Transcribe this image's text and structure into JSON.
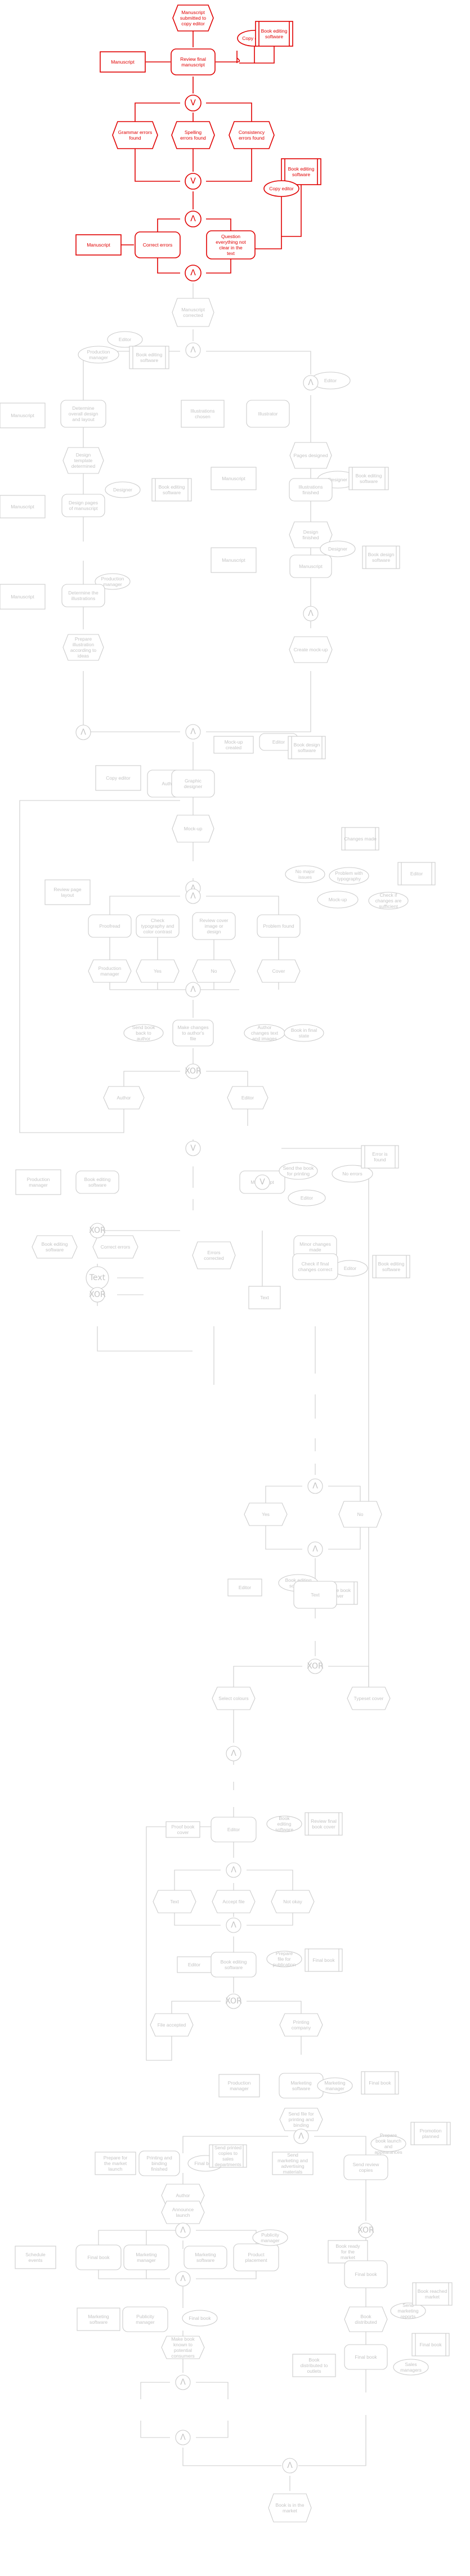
{
  "palette": {
    "active": "#e00000",
    "inactive": "#cccccc",
    "inactive_text": "#c4c4c4"
  },
  "active_nodes": [
    {
      "id": "a1",
      "shape": "event",
      "label": "Manuscript submitted to copy editor"
    },
    {
      "id": "a2",
      "shape": "function",
      "label": "Review final manuscript"
    },
    {
      "id": "a3",
      "shape": "info",
      "label": "Manuscript"
    },
    {
      "id": "a4",
      "shape": "role",
      "label": "Copy editor"
    },
    {
      "id": "a5",
      "shape": "system",
      "label": "Book editing software"
    },
    {
      "id": "a6",
      "shape": "xor",
      "label": "V"
    },
    {
      "id": "a7",
      "shape": "event",
      "label": "Grammar errors found"
    },
    {
      "id": "a8",
      "shape": "event",
      "label": "Spelling errors found"
    },
    {
      "id": "a9",
      "shape": "event",
      "label": "Consistency errors found"
    },
    {
      "id": "a10",
      "shape": "xor",
      "label": "V"
    },
    {
      "id": "a11",
      "shape": "system",
      "label": "Book editing software"
    },
    {
      "id": "a12",
      "shape": "role",
      "label": "Copy editor"
    },
    {
      "id": "a13",
      "shape": "and",
      "label": "Λ"
    },
    {
      "id": "a14",
      "shape": "info",
      "label": "Manuscript"
    },
    {
      "id": "a15",
      "shape": "function",
      "label": "Correct errors"
    },
    {
      "id": "a16",
      "shape": "function",
      "label": "Question everything not clear in the text"
    },
    {
      "id": "a17",
      "shape": "and",
      "label": "Λ"
    }
  ],
  "inactive_nodes": [
    {
      "id": "g1",
      "label": "Manuscript corrected"
    },
    {
      "id": "g2",
      "label": "Editor"
    },
    {
      "id": "g3",
      "label": "Production manager"
    },
    {
      "id": "g4",
      "label": "Book editing software"
    },
    {
      "id": "g5",
      "label": "Manuscript"
    },
    {
      "id": "g6",
      "label": "Determine overall design and layout"
    },
    {
      "id": "g7",
      "label": "Design template determined"
    },
    {
      "id": "g8",
      "label": "Manuscript"
    },
    {
      "id": "g9",
      "label": "Design pages of manuscript"
    },
    {
      "id": "g10",
      "label": "Designer"
    },
    {
      "id": "g11",
      "label": "Book editing software"
    },
    {
      "id": "g12",
      "label": "Manuscript"
    },
    {
      "id": "g13",
      "label": "Production manager"
    },
    {
      "id": "g14",
      "label": "Determine the illustrations"
    },
    {
      "id": "g15",
      "label": "Prepare illustration according to ideas"
    },
    {
      "id": "g16",
      "label": "Illustrations chosen"
    },
    {
      "id": "g17",
      "label": "Illustrator"
    },
    {
      "id": "g18",
      "label": "Editor"
    },
    {
      "id": "g19",
      "label": "Pages designed"
    },
    {
      "id": "g20",
      "label": "Designer"
    },
    {
      "id": "g21",
      "label": "Book editing software"
    },
    {
      "id": "g22",
      "label": "Manuscript"
    },
    {
      "id": "g23",
      "label": "Illustrations finished"
    },
    {
      "id": "g24",
      "label": "Manuscript"
    },
    {
      "id": "g25",
      "label": "Design finished"
    },
    {
      "id": "g26",
      "label": "Designer"
    },
    {
      "id": "g27",
      "label": "Book design software"
    },
    {
      "id": "g28",
      "label": "Manuscript"
    },
    {
      "id": "g29",
      "label": "Create mock-up"
    },
    {
      "id": "g30",
      "label": "Mock-up created"
    },
    {
      "id": "g31",
      "label": "Editor"
    },
    {
      "id": "g32",
      "label": "Copy editor"
    },
    {
      "id": "g33",
      "label": "Author"
    },
    {
      "id": "g34",
      "label": "Graphic designer"
    },
    {
      "id": "g35",
      "label": "Book design software"
    },
    {
      "id": "g36",
      "label": "Mock-up"
    },
    {
      "id": "g37",
      "label": "Review page layout"
    },
    {
      "id": "g38",
      "label": "Proofread"
    },
    {
      "id": "g39",
      "label": "Check typography and color contrast"
    },
    {
      "id": "g40",
      "label": "Review cover image or design"
    },
    {
      "id": "g41",
      "label": "Problem found"
    },
    {
      "id": "g42",
      "label": "No major issues"
    },
    {
      "id": "g43",
      "label": "Problem with typography"
    },
    {
      "id": "g44",
      "label": "Changes made"
    },
    {
      "id": "g45",
      "label": "Mock-up"
    },
    {
      "id": "g46",
      "label": "Check if changes are sufficient"
    },
    {
      "id": "g47",
      "label": "Editor"
    },
    {
      "id": "g48",
      "label": "Production manager"
    },
    {
      "id": "g49",
      "label": "Yes"
    },
    {
      "id": "g50",
      "label": "No"
    },
    {
      "id": "g51",
      "label": "Cover"
    },
    {
      "id": "g52",
      "label": "Send book back to author"
    },
    {
      "id": "g53",
      "label": "Make changes to author's file"
    },
    {
      "id": "g54",
      "label": "Author changes text and images"
    },
    {
      "id": "g55",
      "label": "Book in final state"
    },
    {
      "id": "g56",
      "label": "Author"
    },
    {
      "id": "g57",
      "label": "Editor"
    },
    {
      "id": "g58",
      "label": "Production manager"
    },
    {
      "id": "g59",
      "label": "Book editing software"
    },
    {
      "id": "g60",
      "label": "Manuscript"
    },
    {
      "id": "g61",
      "label": "Send the book for printing"
    },
    {
      "id": "g62",
      "label": "No errors"
    },
    {
      "id": "g63",
      "label": "Error is found"
    },
    {
      "id": "g64",
      "label": "Editor"
    },
    {
      "id": "g65",
      "label": "Book editing software"
    },
    {
      "id": "g66",
      "label": "Correct errors"
    },
    {
      "id": "g67",
      "label": "Text"
    },
    {
      "id": "g68",
      "label": "Errors corrected"
    },
    {
      "id": "g69",
      "label": "Minor changes made"
    },
    {
      "id": "g70",
      "label": "Editor"
    },
    {
      "id": "g71",
      "label": "Book editing software"
    },
    {
      "id": "g72",
      "label": "Check if final changes correct"
    },
    {
      "id": "g73",
      "label": "Text"
    },
    {
      "id": "g74",
      "label": "Yes"
    },
    {
      "id": "g75",
      "label": "No"
    },
    {
      "id": "g76",
      "label": "Editor"
    },
    {
      "id": "g77",
      "label": "Book editing software"
    },
    {
      "id": "g78",
      "label": "Create book cover"
    },
    {
      "id": "g79",
      "label": "Text"
    },
    {
      "id": "g80",
      "label": "Select colours"
    },
    {
      "id": "g81",
      "label": "Typeset cover"
    },
    {
      "id": "g82",
      "label": "Proof book cover"
    },
    {
      "id": "g83",
      "label": "Editor"
    },
    {
      "id": "g84",
      "label": "Book editing software"
    },
    {
      "id": "g85",
      "label": "Review final book cover"
    },
    {
      "id": "g86",
      "label": "Text"
    },
    {
      "id": "g87",
      "label": "Accept file"
    },
    {
      "id": "g88",
      "label": "Not okay"
    },
    {
      "id": "g89",
      "label": "Editor"
    },
    {
      "id": "g90",
      "label": "Book editing software"
    },
    {
      "id": "g91",
      "label": "Prepare file for publication"
    },
    {
      "id": "g92",
      "label": "Final book"
    },
    {
      "id": "g93",
      "label": "File accepted"
    },
    {
      "id": "g94",
      "label": "Printing company"
    },
    {
      "id": "g95",
      "label": "Production manager"
    },
    {
      "id": "g96",
      "label": "Marketing software"
    },
    {
      "id": "g97",
      "label": "Marketing manager"
    },
    {
      "id": "g98",
      "label": "Final book"
    },
    {
      "id": "g99",
      "label": "Send file for printing and binding"
    },
    {
      "id": "g100",
      "label": "Prepare for the market launch"
    },
    {
      "id": "g101",
      "label": "Printing and binding finished"
    },
    {
      "id": "g102",
      "label": "Final book"
    },
    {
      "id": "g103",
      "label": "Send printed copies to sales departments"
    },
    {
      "id": "g104",
      "label": "Send marketing and advertising materials"
    },
    {
      "id": "g105",
      "label": "Send review copies"
    },
    {
      "id": "g106",
      "label": "Prepare book launch and appearances"
    },
    {
      "id": "g107",
      "label": "Promotion planned"
    },
    {
      "id": "g108",
      "label": "Author"
    },
    {
      "id": "g109",
      "label": "Announce launch"
    },
    {
      "id": "g110",
      "label": "Schedule events"
    },
    {
      "id": "g111",
      "label": "Final book"
    },
    {
      "id": "g112",
      "label": "Marketing manager"
    },
    {
      "id": "g113",
      "label": "Marketing software"
    },
    {
      "id": "g114",
      "label": "Product placement"
    },
    {
      "id": "g115",
      "label": "Publicity manager"
    },
    {
      "id": "g116",
      "label": "Book ready for the market"
    },
    {
      "id": "g117",
      "label": "Final book"
    },
    {
      "id": "g118",
      "label": "Send marketing reports"
    },
    {
      "id": "g119",
      "label": "Book reached market"
    },
    {
      "id": "g120",
      "label": "Marketing software"
    },
    {
      "id": "g121",
      "label": "Publicity manager"
    },
    {
      "id": "g122",
      "label": "Final book"
    },
    {
      "id": "g123",
      "label": "Make book known to potential consumers"
    },
    {
      "id": "g124",
      "label": "Book distributed"
    },
    {
      "id": "g125",
      "label": "Final book"
    },
    {
      "id": "g126",
      "label": "Book distributed to outlets"
    },
    {
      "id": "g127",
      "label": "Sales managers"
    },
    {
      "id": "g128",
      "label": "Final book"
    },
    {
      "id": "g129",
      "label": "Book is in the market"
    }
  ]
}
